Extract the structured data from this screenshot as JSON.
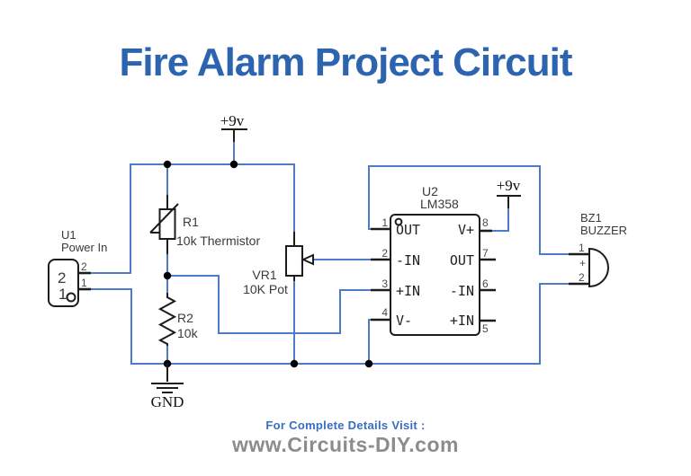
{
  "title": "Fire Alarm Project Circuit",
  "colors": {
    "title": "#2d64b0",
    "wire": "#4d7bc8",
    "component": "#1c1c1c",
    "label": "#3a3a3a",
    "pin": "#4a4a4a",
    "footer_blue": "#3a6cc4",
    "footer_gray": "#8c8c8c",
    "junction": "#000000"
  },
  "schematic": {
    "power_label_left": "+9v",
    "power_label_right": "+9v",
    "ground_label": "GND",
    "u1": {
      "ref": "U1",
      "desc": "Power In",
      "inner_pin_labels": [
        "2",
        "1"
      ],
      "pin_numbers": [
        "2",
        "1"
      ]
    },
    "r1": {
      "ref": "R1",
      "value": "10k Thermistor"
    },
    "r2": {
      "ref": "R2",
      "value": "10k"
    },
    "vr1": {
      "ref": "VR1",
      "value": "10K Pot"
    },
    "u2": {
      "ref": "U2",
      "part": "LM358",
      "left_pin_numbers": [
        "1",
        "2",
        "3",
        "4"
      ],
      "left_pin_labels": [
        "OUT",
        "-IN",
        "+IN",
        "V-"
      ],
      "right_pin_numbers": [
        "8",
        "7",
        "6",
        "5"
      ],
      "right_pin_labels": [
        "V+",
        "OUT",
        "-IN",
        "+IN"
      ]
    },
    "bz1": {
      "ref": "BZ1",
      "desc": "BUZZER",
      "pin_numbers": [
        "1",
        "2"
      ],
      "polarity_mark": "+"
    }
  },
  "footer": {
    "tagline": "For Complete Details Visit :",
    "website": "www.Circuits-DIY.com"
  }
}
